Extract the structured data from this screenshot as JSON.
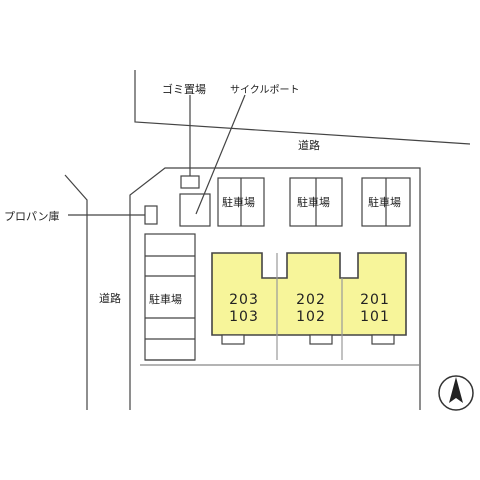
{
  "labels": {
    "garbage": "ゴミ置場",
    "cycle_port": "サイクルポート",
    "road_top": "道路",
    "road_left": "道路",
    "propane": "プロパン庫",
    "parking": "駐車場"
  },
  "units": [
    {
      "upper": "203",
      "lower": "103"
    },
    {
      "upper": "202",
      "lower": "102"
    },
    {
      "upper": "201",
      "lower": "101"
    }
  ],
  "colors": {
    "building": "#f7f59a",
    "line": "#444444"
  },
  "icons": {
    "north": "north-arrow-icon"
  }
}
